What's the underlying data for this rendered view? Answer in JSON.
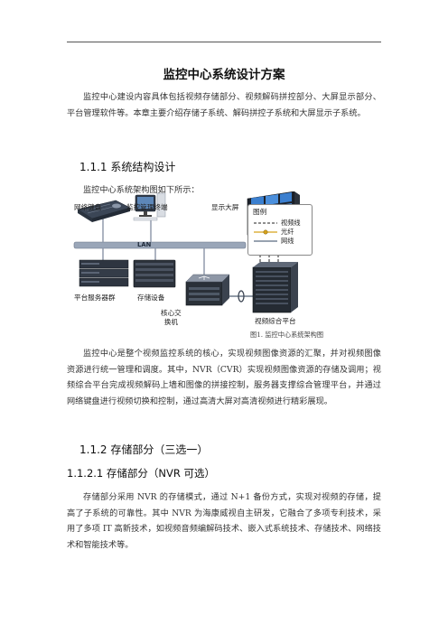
{
  "document": {
    "title": "监控中心系统设计方案",
    "intro": "监控中心建设内容具体包括视频存储部分、视频解码拼控部分、大屏显示部分、平台管理软件等。本章主要介绍存储子系统、解码拼控子系统和大屏显示子系统。",
    "section_1_1_1": {
      "heading": "1.1.1 系统结构设计",
      "lead": "监控中心系统架构图如下所示："
    },
    "figure": {
      "labels": {
        "keyboard": "网络键盘",
        "terminal": "监控管理终端",
        "wall": "显示大屏",
        "lan": "LAN",
        "servers": "平台服务器群",
        "storage": "存储设备",
        "switch": "核心交\n换机",
        "platform": "视频综合平台"
      },
      "legend": {
        "title": "图例",
        "items": [
          "视频线",
          "光纤",
          "网线"
        ]
      },
      "caption": "图1. 监控中心系统架构图"
    },
    "para_after_figure": "监控中心是整个视频监控系统的核心，实现视频图像资源的汇聚，并对视频图像资源进行统一管理和调度。其中，NVR（CVR）实现视频图像资源的存储及调用；视频综合平台完成视频解码上墙和图像的拼接控制，服务器支撑综合管理平台，并通过网络键盘进行视频切换和控制，通过高清大屏对高清视频进行精彩展现。",
    "section_1_1_2": {
      "heading": "1.1.2 存储部分（三选一）"
    },
    "section_1_1_2_1": {
      "heading": "1.1.2.1 存储部分（NVR 可选）",
      "body": "存储部分采用 NVR 的存储模式，通过 N+1 备份方式，实现对视频的存储，提高了子系统的可靠性。其中 NVR 为海康威视自主研发，它融合了多项专利技术，采用了多项 IT 高新技术，如视频音频编解码技术、嵌入式系统技术、存储技术、网络技术和智能技术等。"
    }
  }
}
